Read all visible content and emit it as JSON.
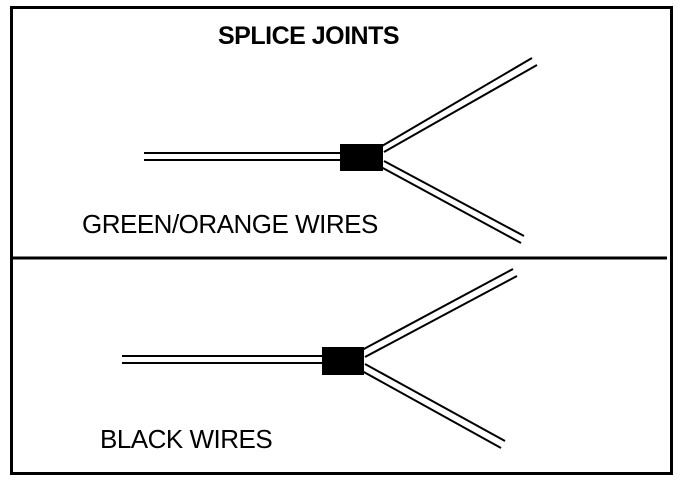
{
  "title": "SPLICE JOINTS",
  "panels": [
    {
      "label": "GREEN/ORANGE WIRES"
    },
    {
      "label": "BLACK WIRES"
    }
  ],
  "colors": {
    "line": "#000000",
    "background": "#ffffff"
  }
}
